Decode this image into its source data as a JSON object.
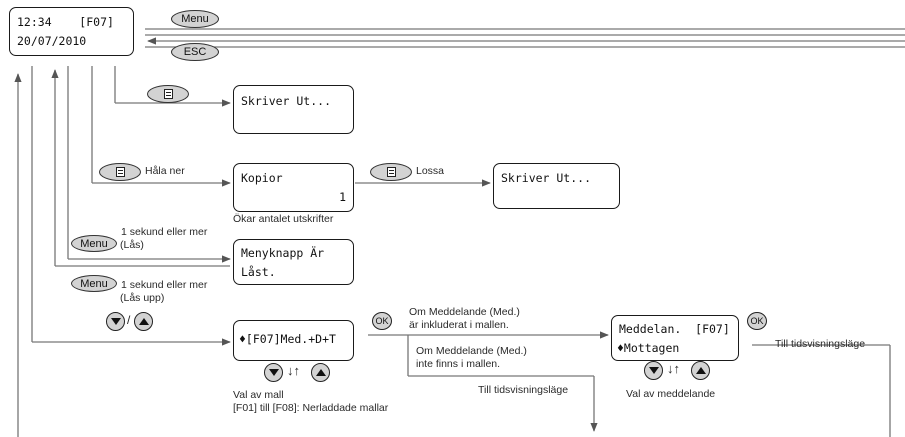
{
  "screens": {
    "home": {
      "line1": "12:34    [F07]",
      "line2": "20/07/2010"
    },
    "printing1": {
      "line1": "Skriver Ut..."
    },
    "copies": {
      "line1": "Kopior",
      "line2": "1"
    },
    "printing2": {
      "line1": "Skriver Ut..."
    },
    "menu_locked": {
      "line1": "Menyknapp Är",
      "line2": "Låst."
    },
    "template": {
      "line1": "♦[F07]Med.+D+T"
    },
    "message": {
      "line1": "Meddelan.  [F07]",
      "line2": "♦Mottagen"
    }
  },
  "buttons": {
    "menu": "Menu",
    "esc": "ESC",
    "ok": "OK",
    "down": "down-triangle",
    "up": "up-triangle",
    "print": "print-doc-icon"
  },
  "labels": {
    "hold_down": "Håla ner",
    "release": "Lossa",
    "increase_copies": "Ökar antalet utskrifter",
    "lock_time": "1 sekund eller mer",
    "lock": "(Lås)",
    "unlock_time": "1 sekund eller mer",
    "unlock": "(Lås upp)",
    "slash": "/",
    "msg_included_1": "Om Meddelande (Med.)",
    "msg_included_2": "är inkluderat i mallen.",
    "msg_not_included_1": "Om Meddelande (Med.)",
    "msg_not_included_2": "inte finns i mallen.",
    "to_time_display_1": "Till tidsvisningsläge",
    "to_time_display_2": "Till tidsvisningsläge",
    "template_select": "Val av mall",
    "template_range": "[F01] till [F08]: Nerladdade mallar",
    "message_select": "Val av meddelande"
  }
}
